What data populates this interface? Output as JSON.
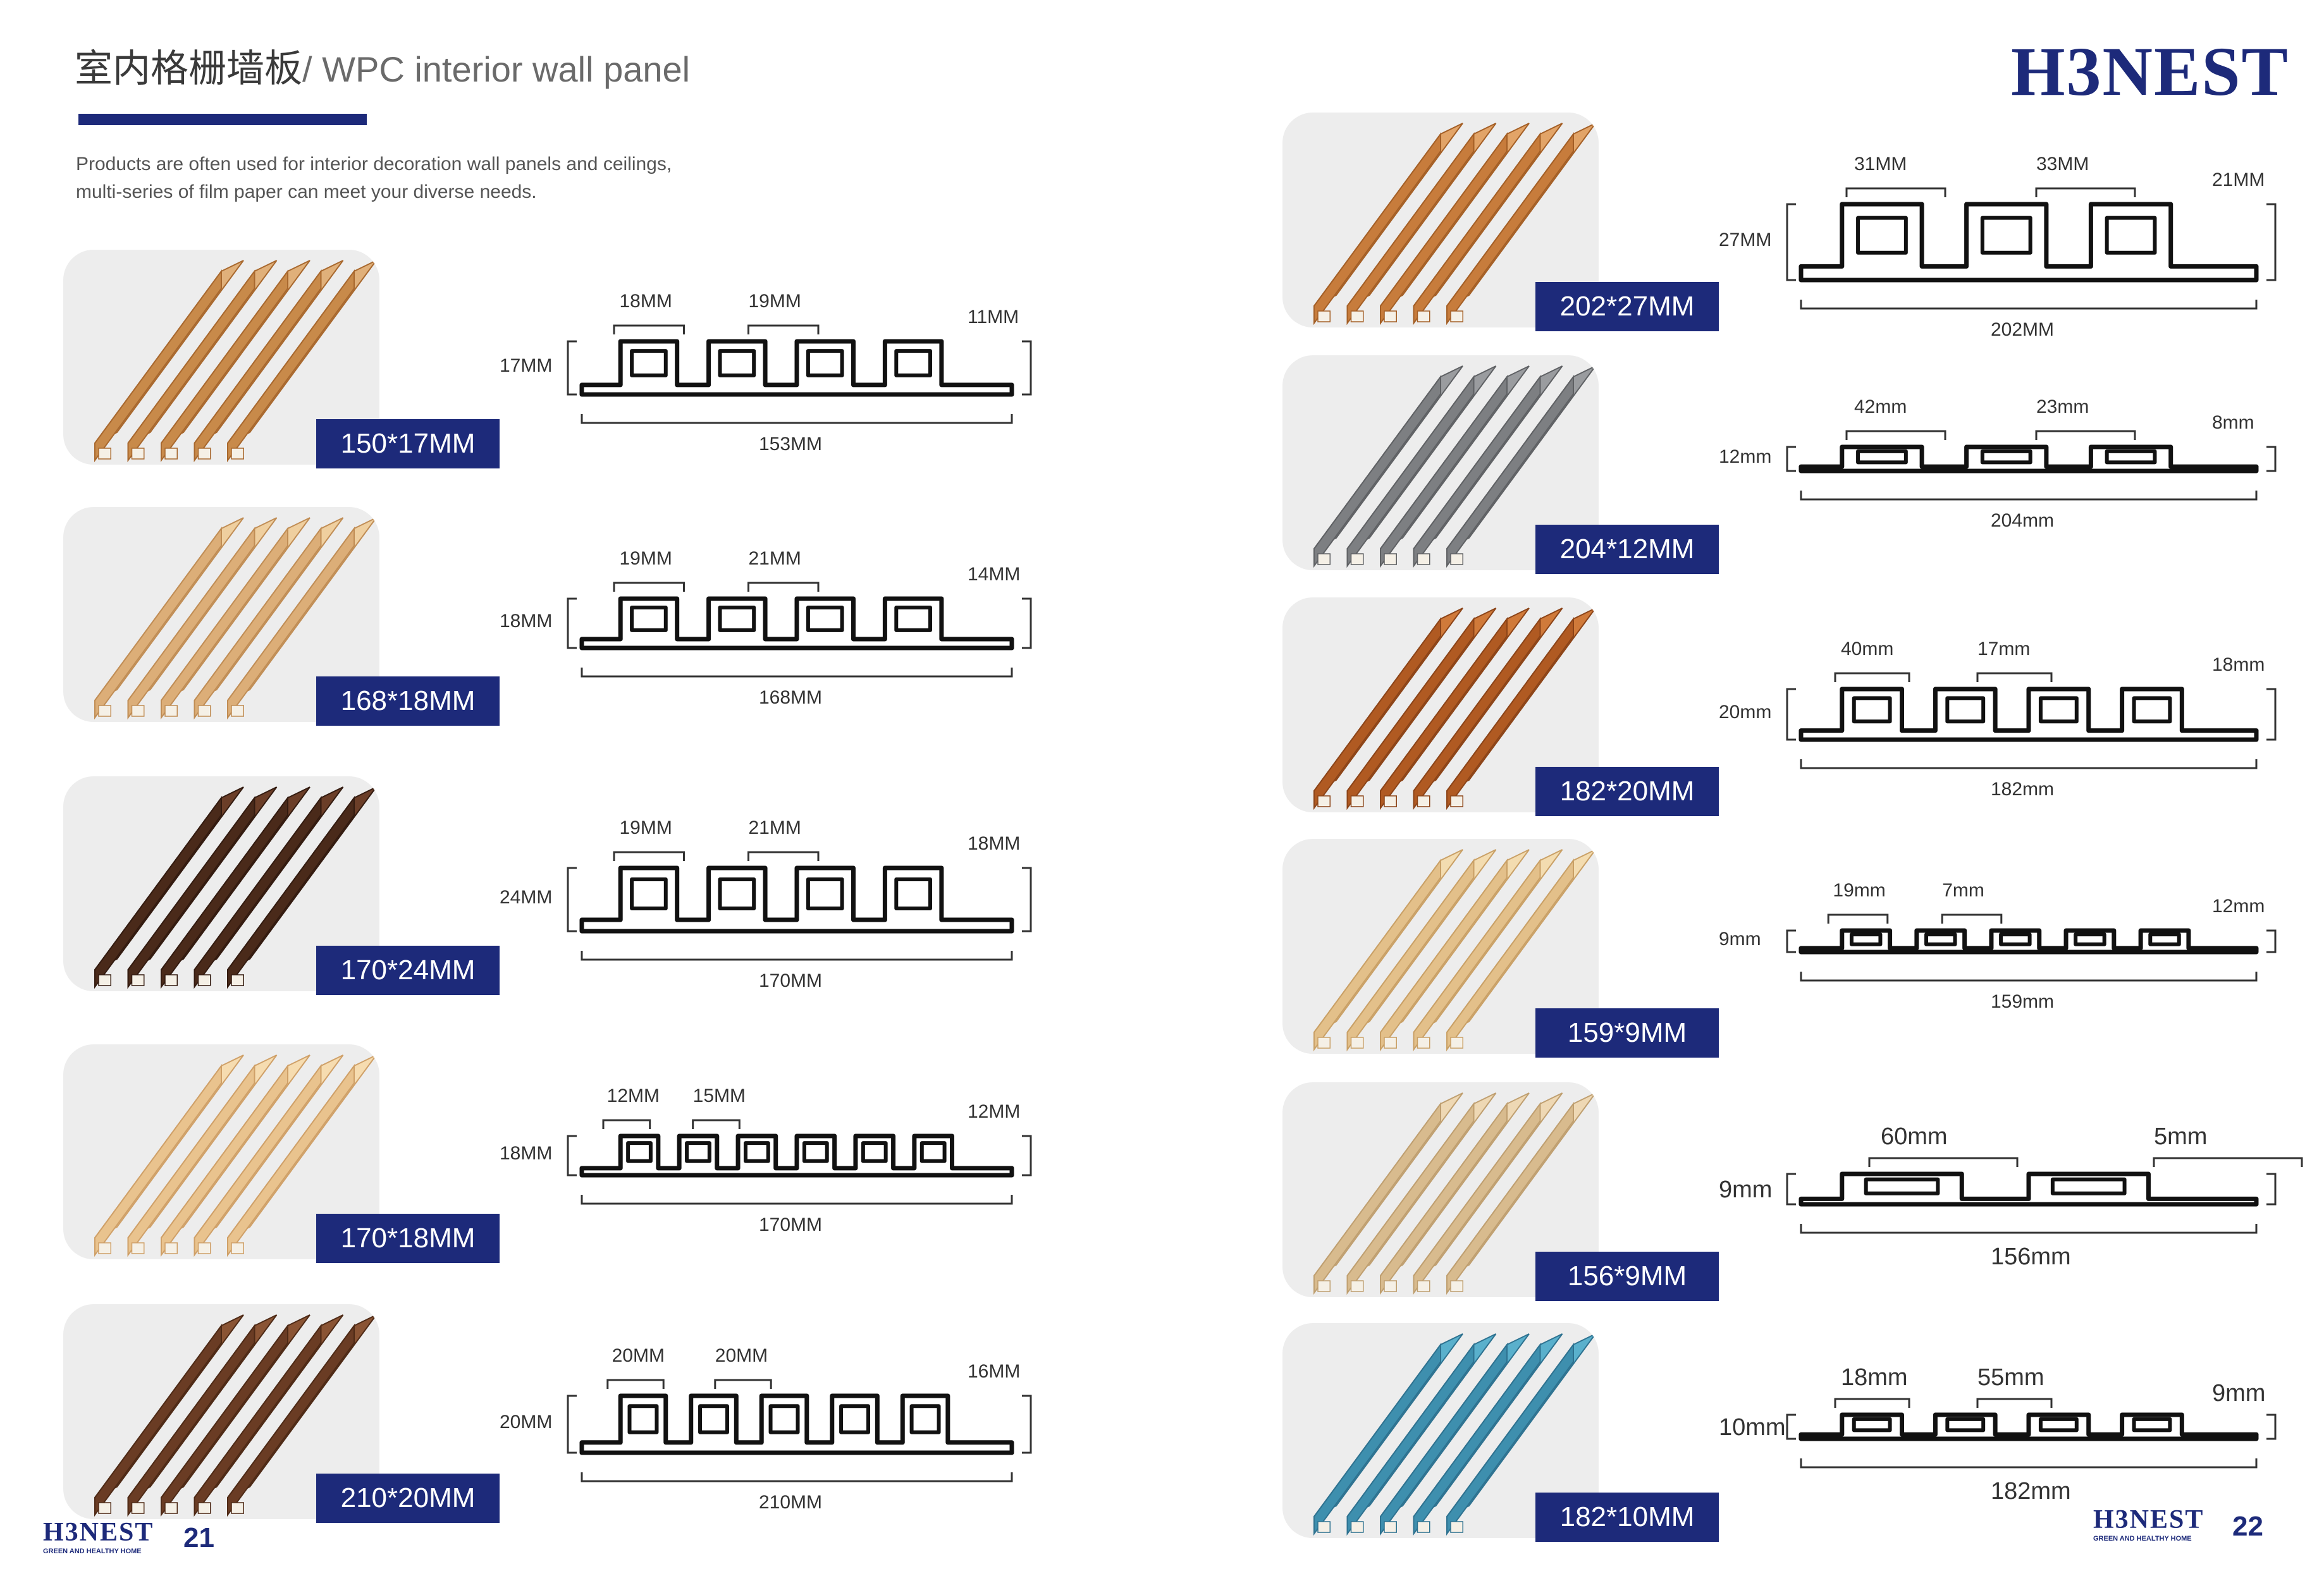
{
  "header": {
    "title_cn": "室内格栅墙板",
    "title_en": "/ WPC interior wall panel",
    "intro_line1": "Products are often used for interior decoration wall panels and ceilings,",
    "intro_line2": "multi-series of film paper can meet your diverse needs."
  },
  "brand": {
    "name": "H3NEST",
    "tagline": "GREEN AND HEALTHY HOME",
    "accent": "#1d2a7a"
  },
  "pages": {
    "left": "21",
    "right": "22"
  },
  "products": [
    {
      "badge": "150*17MM",
      "gap1": "18MM",
      "gap2": "19MM",
      "edge": "11MM",
      "height": "17MM",
      "width": "153MM",
      "wood": "light-oak"
    },
    {
      "badge": "168*18MM",
      "gap1": "19MM",
      "gap2": "21MM",
      "edge": "14MM",
      "height": "18MM",
      "width": "168MM",
      "wood": "pale-oak"
    },
    {
      "badge": "170*24MM",
      "gap1": "19MM",
      "gap2": "21MM",
      "edge": "18MM",
      "height": "24MM",
      "width": "170MM",
      "wood": "dark-walnut"
    },
    {
      "badge": "170*18MM",
      "gap1": "12MM",
      "gap2": "15MM",
      "edge": "12MM",
      "height": "18MM",
      "width": "170MM",
      "wood": "maple"
    },
    {
      "badge": "210*20MM",
      "gap1": "20MM",
      "gap2": "20MM",
      "edge": "16MM",
      "height": "20MM",
      "width": "210MM",
      "wood": "walnut"
    },
    {
      "badge": "202*27MM",
      "gap1": "31MM",
      "gap2": "33MM",
      "edge": "21MM",
      "height": "27MM",
      "width": "202MM",
      "wood": "honey-oak"
    },
    {
      "badge": "204*12MM",
      "gap1": "42mm",
      "gap2": "23mm",
      "edge": "8mm",
      "height": "12mm",
      "width": "204mm",
      "wood": "grey"
    },
    {
      "badge": "182*20MM",
      "gap1": "40mm",
      "gap2": "17mm",
      "edge": "18mm",
      "height": "20mm",
      "width": "182mm",
      "wood": "teak"
    },
    {
      "badge": "159*9MM",
      "gap1": "19mm",
      "gap2": "7mm",
      "edge": "12mm",
      "height": "9mm",
      "width": "159mm",
      "wood": "ash"
    },
    {
      "badge": "156*9MM",
      "gap1": "60mm",
      "gap2": "5mm",
      "height": "9mm",
      "width": "156mm",
      "wood": "beige"
    },
    {
      "badge": "182*10MM",
      "gap1": "18mm",
      "gap2": "55mm",
      "edge": "9mm",
      "height": "10mm",
      "width": "182mm",
      "wood": "blue"
    }
  ]
}
